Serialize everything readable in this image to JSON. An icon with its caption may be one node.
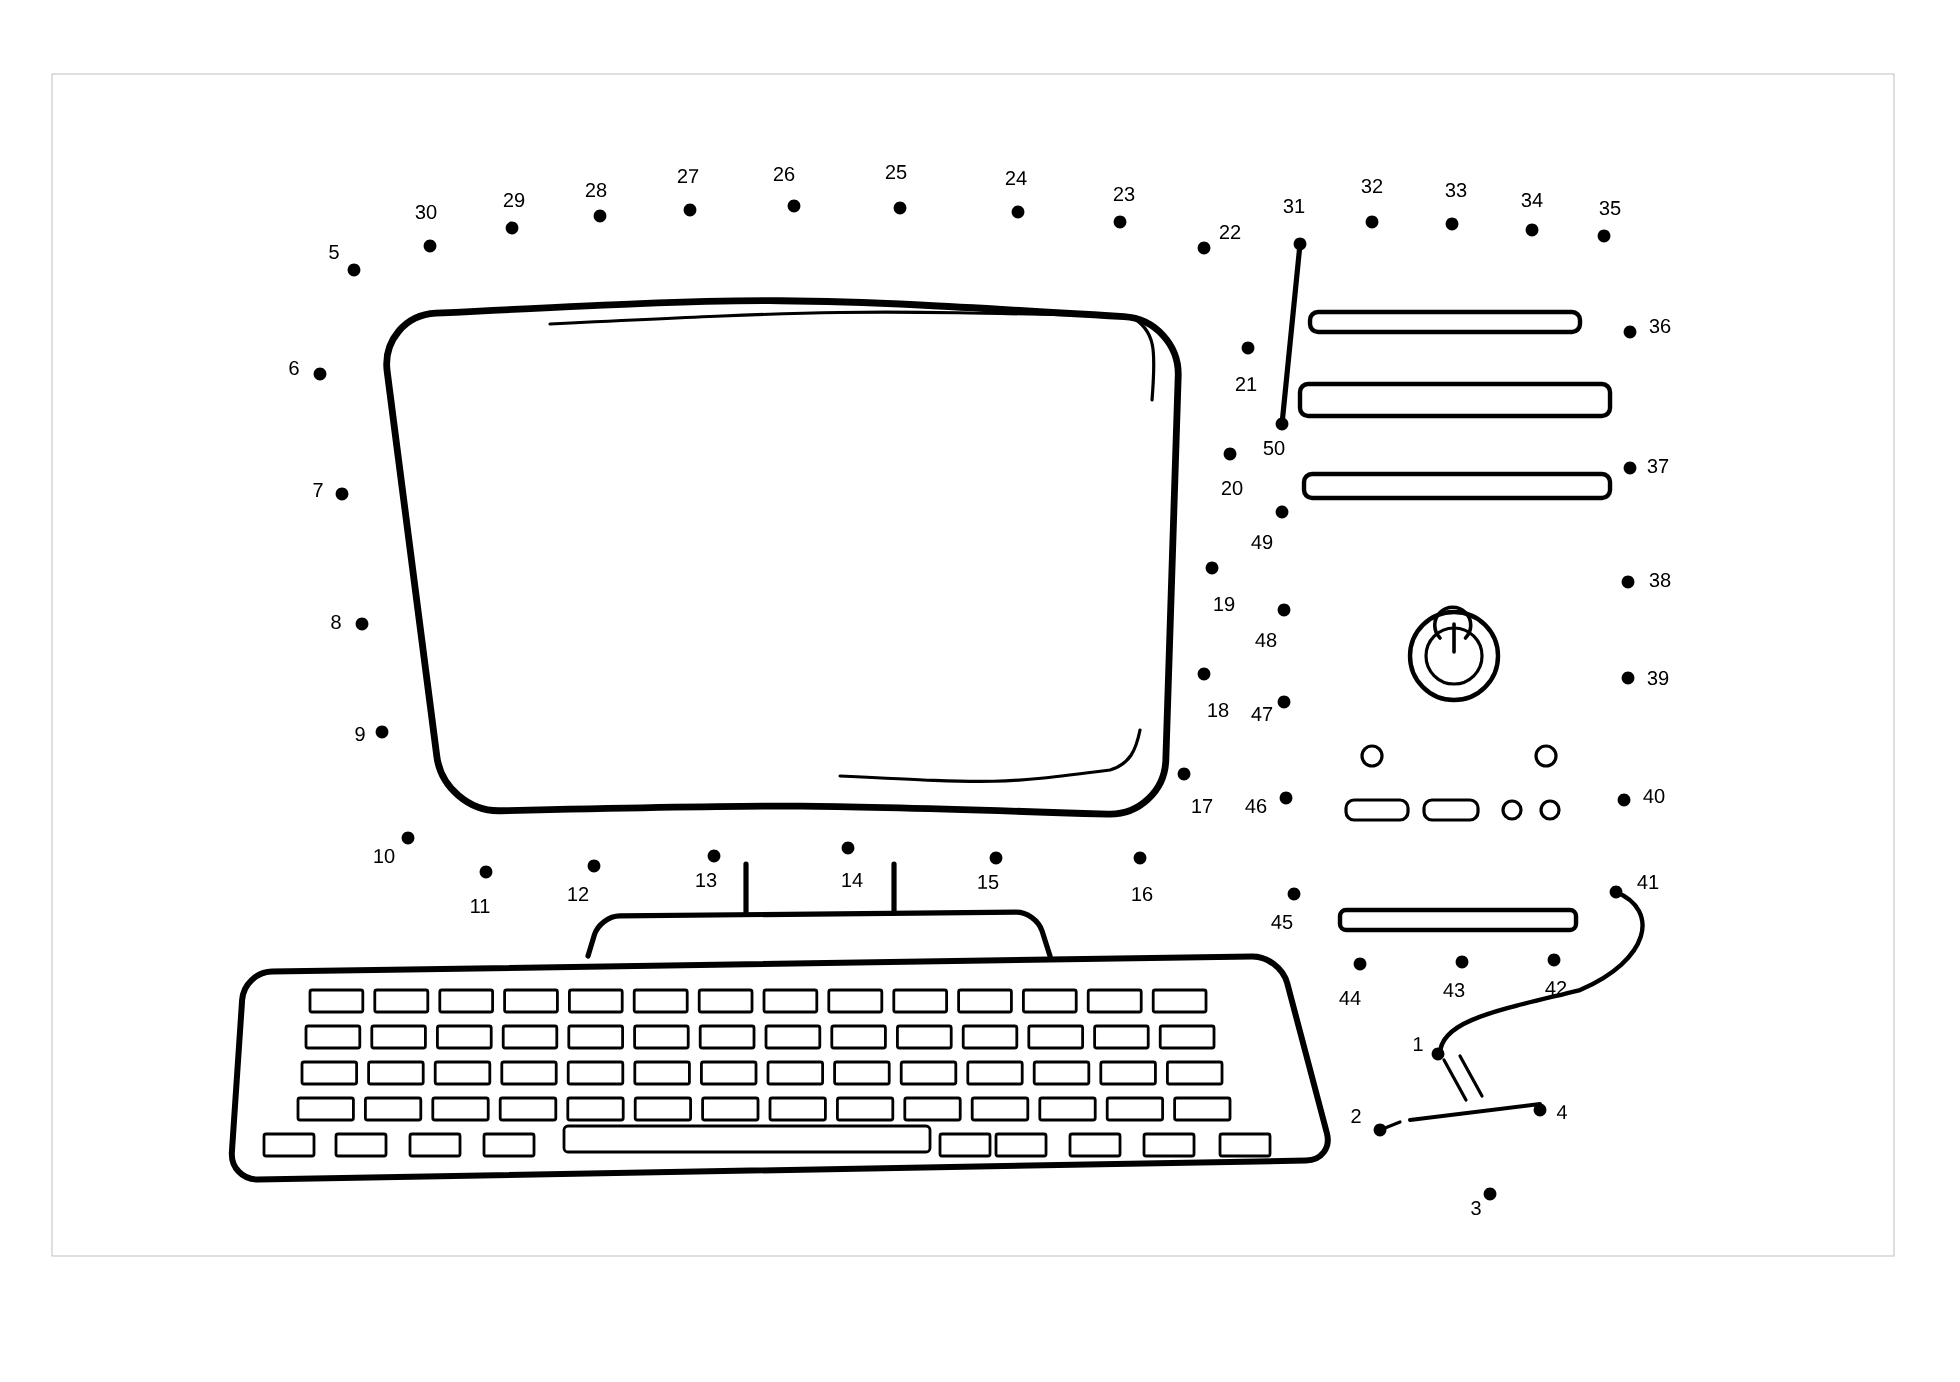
{
  "diagram": {
    "labels": [
      "1",
      "2",
      "3",
      "4",
      "5",
      "6",
      "7",
      "8",
      "9",
      "10",
      "11",
      "12",
      "13",
      "14",
      "15",
      "16",
      "17",
      "18",
      "19",
      "20",
      "21",
      "22",
      "23",
      "24",
      "25",
      "26",
      "27",
      "28",
      "29",
      "30",
      "31",
      "32",
      "33",
      "34",
      "35",
      "36",
      "37",
      "38",
      "39",
      "40",
      "41",
      "42",
      "43",
      "44",
      "45",
      "46",
      "47",
      "48",
      "49",
      "50"
    ]
  }
}
